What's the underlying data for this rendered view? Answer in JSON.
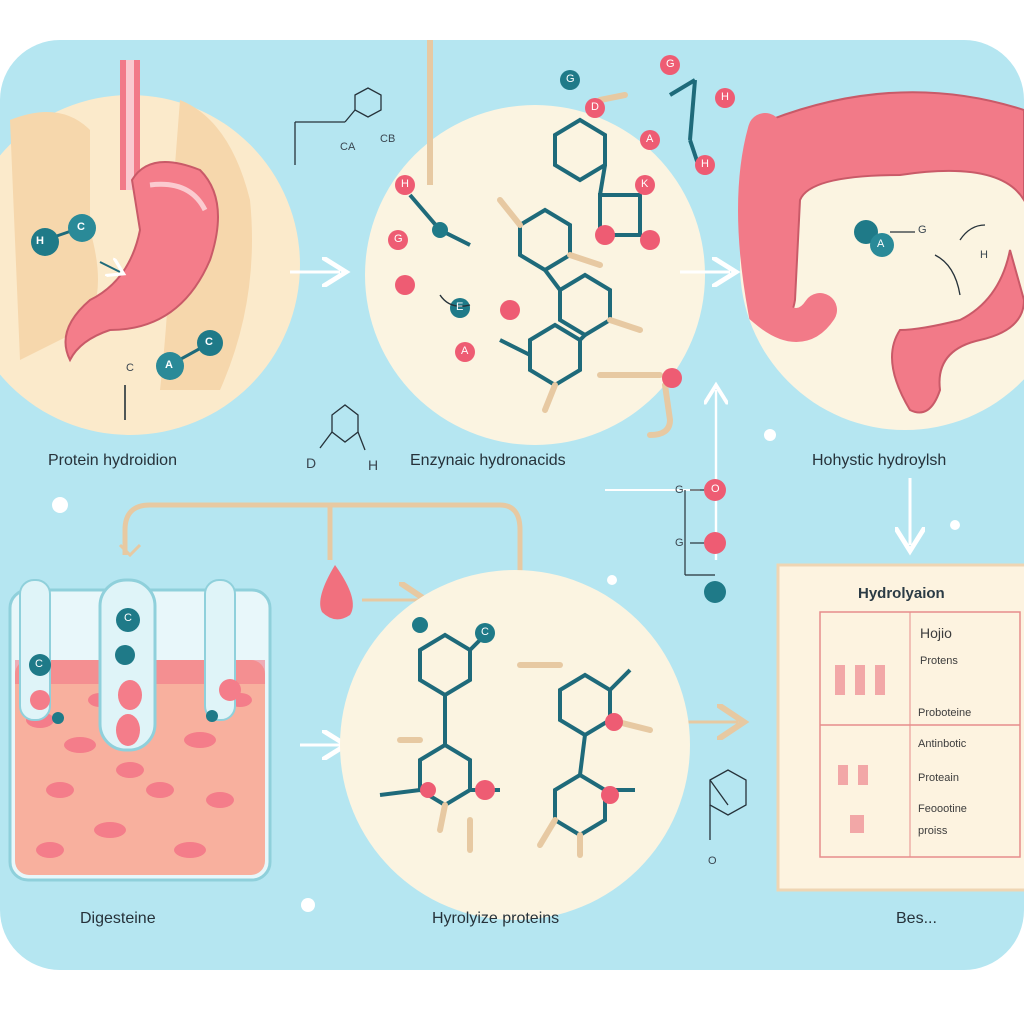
{
  "captions": {
    "stomach": "Protein hydroidion",
    "enzymatic": "Enzynaic hydronacids",
    "intestine": "Hohystic hydroylsh",
    "digestion": "Digesteine",
    "hydrolyze": "Hyrolyize proteins",
    "result": "Bes..."
  },
  "molecule_labels": {
    "stomach_hc_h": "H",
    "stomach_hc_c": "C",
    "stomach_ca_c": "C",
    "stomach_ca_a": "A",
    "stomach_ca_c2": "C",
    "top_ca": "CA",
    "top_cb": "CB",
    "mid_d": "D",
    "mid_h": "H",
    "enz_g": "G",
    "enz_d": "D",
    "enz_a": "A",
    "enz_k": "K",
    "enz_h": "H",
    "enz_g2": "G",
    "enz_e": "E",
    "enz_a2": "A",
    "top_g": "G",
    "top_h": "H",
    "top_h2": "H",
    "int_g": "G",
    "int_a": "A",
    "int_h": "H",
    "chain_g1": "G",
    "chain_g2": "G",
    "chain_o": "O",
    "tube_c": "C",
    "tube_c2": "C",
    "hyd_c": "C",
    "small_o": "O"
  },
  "result_panel": {
    "title": "Hydrolyaion",
    "items": [
      "Hojio",
      "Protens",
      "Proboteine",
      "Antinbotic",
      "Proteain",
      "Feoootine",
      "proiss"
    ]
  },
  "colors": {
    "background": "#b5e6f1",
    "circle_fill": "#fbf4e1",
    "stomach": "#f47d8a",
    "teal_atom": "#1f7a88",
    "pink_atom": "#ee5c73",
    "bond": "#1e6a7a",
    "arrow": "#e6cfa8",
    "panel_bg": "#fdf3e0"
  }
}
